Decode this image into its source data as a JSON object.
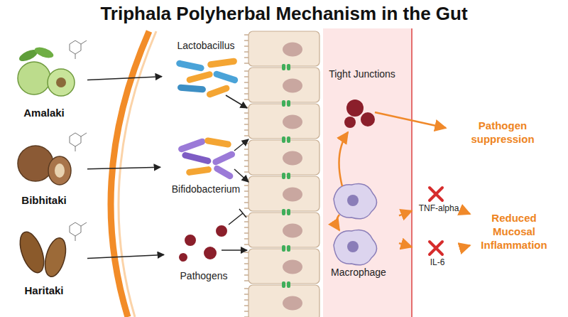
{
  "diagram": {
    "title": "Triphala Polyherbal Mechanism in the Gut",
    "nodes": [
      {
        "text": [
          "Amalaki"
        ]
      },
      {
        "text": [
          "Bibhitaki"
        ]
      },
      {
        "text": [
          "Haritaki"
        ]
      },
      {
        "text": [
          "Lactobacillus"
        ]
      },
      {
        "text": [
          "Bifidobacterium"
        ]
      },
      {
        "text": [
          "Pathogens"
        ]
      },
      {
        "text": [
          "Macrophage"
        ]
      },
      {
        "text": [
          "TNF-alpha"
        ]
      },
      {
        "text": [
          "IL-6"
        ]
      },
      {
        "text": [
          "Pathogen suppression"
        ]
      },
      {
        "text": [
          "Reduced Mucosal Inflammation"
        ]
      }
    ],
    "edges": [
      {
        "from": 0,
        "to": 3,
        "arrow": "to"
      },
      {
        "from": 1,
        "to": 4,
        "arrow": "to"
      },
      {
        "from": 2,
        "to": 5,
        "arrow": "to"
      },
      {
        "from": 6,
        "to": 7,
        "arrow": "to"
      },
      {
        "from": 6,
        "to": 8,
        "arrow": "to"
      },
      {
        "from": 7,
        "to": 10,
        "arrow": "to"
      },
      {
        "from": 8,
        "to": 10,
        "arrow": "to"
      }
    ],
    "labels": [
      "Tight Junctions"
    ]
  }
}
